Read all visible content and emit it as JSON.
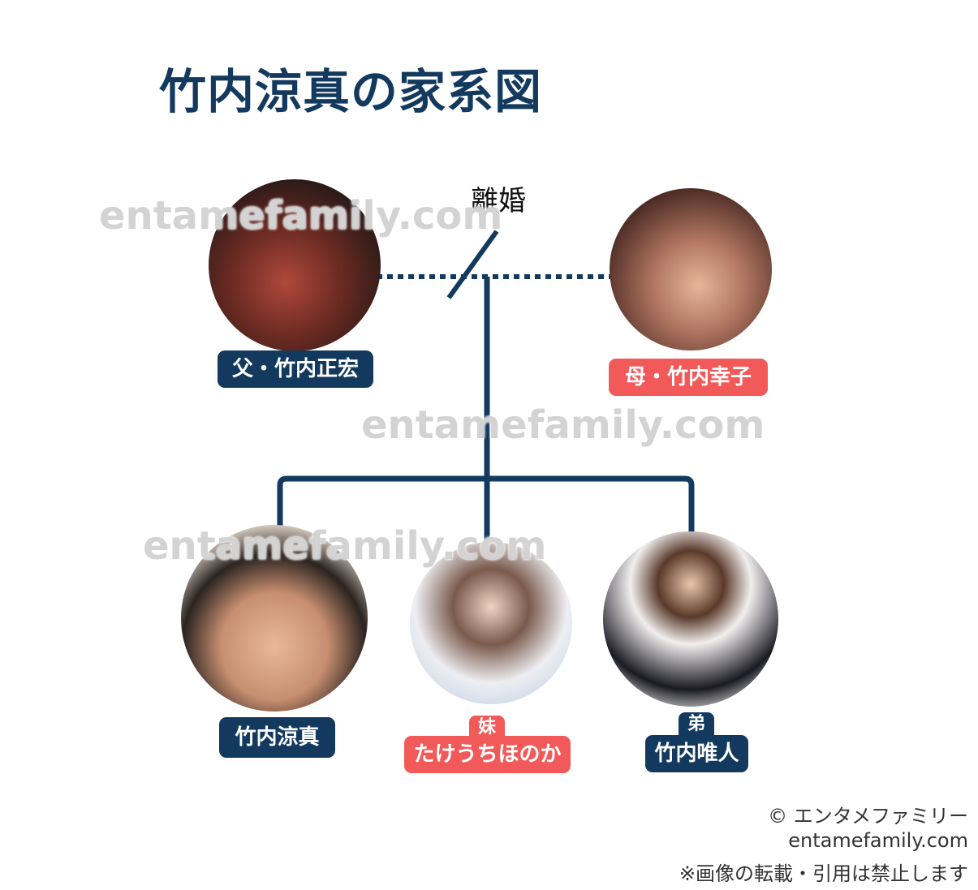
{
  "title": "竹内涼真の家系図",
  "divorce_label": "離婚",
  "colors": {
    "navy": "#133a5e",
    "red": "#f25a5a"
  },
  "father": {
    "label": "父・竹内正宏"
  },
  "mother": {
    "label": "母・竹内幸子"
  },
  "children": [
    {
      "label": "竹内涼真"
    },
    {
      "relation": "妹",
      "label": "たけうちほのか"
    },
    {
      "relation": "弟",
      "label": "竹内唯人"
    }
  ],
  "watermark": "entamefamily.com",
  "footer": {
    "copyright": "© エンタメファミリー",
    "site": "entamefamily.com",
    "notice": "※画像の転載・引用は禁止します"
  }
}
